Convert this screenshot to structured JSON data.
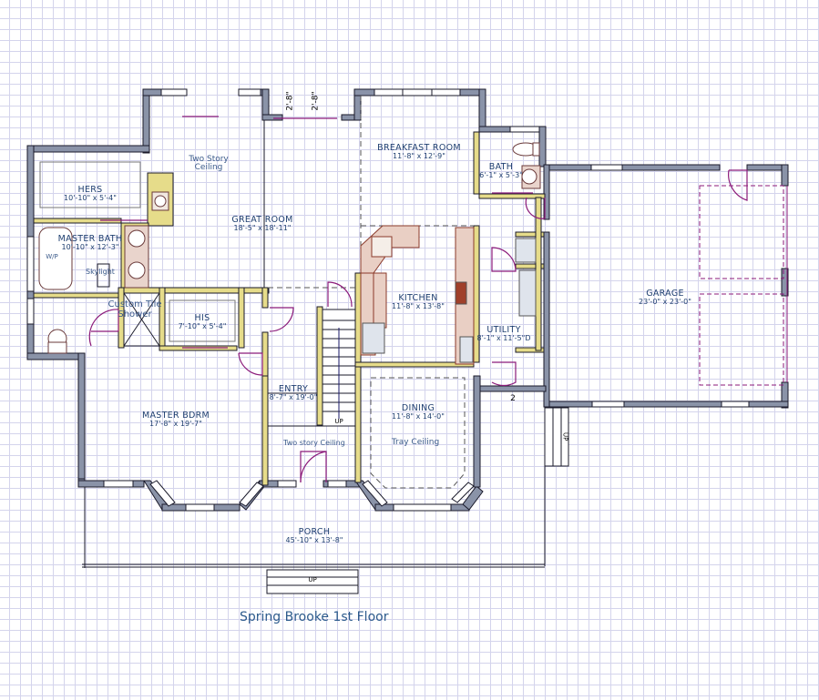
{
  "title": "Spring Brooke 1st Floor",
  "colors": {
    "exterior_wall": "#8a93a8",
    "wall_outline": "#1a1a2a",
    "interior_wall": "#e6dc8a",
    "door_swing": "#8b1a7a",
    "label": "#1f3f70",
    "counter": "#e9cfc4",
    "counter_outline": "#8a3a2a",
    "grid": "#d4d4ec"
  },
  "rooms": [
    {
      "id": "hers",
      "name": "HERS",
      "dims": "10'-10\" x 5'-4\""
    },
    {
      "id": "master-bath",
      "name": "MASTER BATH",
      "dims": "10'-10\" x 12'-3\""
    },
    {
      "id": "great-room",
      "name": "GREAT ROOM",
      "dims": "18'-5\" x 18'-11\""
    },
    {
      "id": "breakfast-room",
      "name": "BREAKFAST ROOM",
      "dims": "11'-8\" x 12'-9\""
    },
    {
      "id": "bath",
      "name": "BATH",
      "dims": "6'-1\" x 5'-3\""
    },
    {
      "id": "kitchen",
      "name": "KITCHEN",
      "dims": "11'-8\" x 13'-8\""
    },
    {
      "id": "garage",
      "name": "GARAGE",
      "dims": "23'-0\" x 23'-0\""
    },
    {
      "id": "utility",
      "name": "UTILITY",
      "dims": "8'-1\" x 11'-5\"D"
    },
    {
      "id": "his",
      "name": "HIS",
      "dims": "7'-10\" x 5'-4\""
    },
    {
      "id": "entry",
      "name": "ENTRY",
      "dims": "8'-7\" x 19'-0\""
    },
    {
      "id": "master-bdrm",
      "name": "MASTER BDRM",
      "dims": "17'-8\" x 19'-7\""
    },
    {
      "id": "dining",
      "name": "DINING",
      "dims": "11'-8\" x 14'-0\""
    },
    {
      "id": "porch",
      "name": "PORCH",
      "dims": "45'-10\" x 13'-8\""
    }
  ],
  "notes": {
    "two_story_ceiling_great": [
      "Two Story",
      "Ceiling"
    ],
    "skylight": "Skylight",
    "custom_tile_shower": [
      "Custom Tile",
      "Shower"
    ],
    "whirlpool": "W/P",
    "two_story_ceiling_entry": "Two story Ceiling",
    "tray_ceiling": "Tray Ceiling"
  },
  "markers": {
    "stair_up_entry": "UP",
    "stair_up_porch": "UP",
    "stair_up_garage": "UP",
    "step_dim": "2",
    "window_dim_1": "2'-8\"",
    "window_dim_2": "2'-8\""
  }
}
